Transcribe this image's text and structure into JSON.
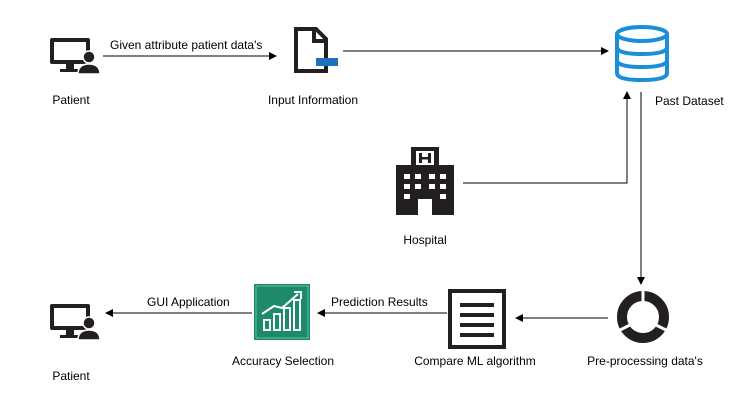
{
  "nodes": {
    "patient_top": {
      "label": "Patient",
      "icon": "patient-monitor-icon"
    },
    "input_info": {
      "label": "Input Information",
      "icon": "document-icon"
    },
    "past_dataset": {
      "label": "Past Dataset",
      "icon": "database-icon"
    },
    "hospital": {
      "label": "Hospital",
      "icon": "hospital-icon"
    },
    "preprocessing": {
      "label": "Pre-processing data's",
      "icon": "ring-icon"
    },
    "compare_ml": {
      "label": "Compare ML algorithm",
      "icon": "list-icon"
    },
    "accuracy": {
      "label": "Accuracy Selection",
      "icon": "chart-icon"
    },
    "patient_bottom": {
      "label": "Patient",
      "icon": "patient-monitor-icon"
    }
  },
  "edges": {
    "patient_to_input": "Given attribute patient data's",
    "compare_to_accuracy": "Prediction Results",
    "accuracy_to_patient": "GUI Application"
  },
  "colors": {
    "icon_dark": "#231f20",
    "accent_blue": "#1e6fb9",
    "db_blue": "#1a8fd8",
    "chart_green": "#1d8a6b",
    "chart_green_light": "#5bc4a2"
  }
}
